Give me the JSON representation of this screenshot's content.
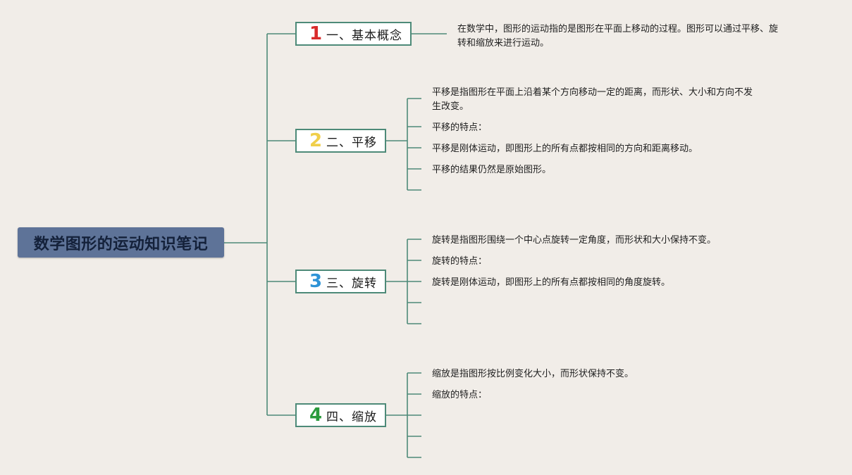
{
  "title": "数学图形的运动知识笔记",
  "colors": {
    "background": "#f1ede8",
    "root_fill": "#5e7398",
    "connector": "#4d8a78",
    "num1": "#d92b2b",
    "num2": "#f0cf4a",
    "num3": "#2e93d6",
    "num4": "#2b9a3c"
  },
  "branches": [
    {
      "number": "1",
      "label": "一、基本概念",
      "icon": "number-1-badge",
      "notes": [
        "在数学中，图形的运动指的是图形在平面上移动的过程。图形可以通过平移、旋\n转和缩放来进行运动。"
      ]
    },
    {
      "number": "2",
      "label": "二、平移",
      "icon": "number-2-badge",
      "notes": [
        "平移是指图形在平面上沿着某个方向移动一定的距离，而形状、大小和方向不发\n生改变。",
        "平移的特点：",
        "平移是刚体运动，即图形上的所有点都按相同的方向和距离移动。",
        "平移的结果仍然是原始图形。",
        ""
      ]
    },
    {
      "number": "3",
      "label": "三、旋转",
      "icon": "number-3-badge",
      "notes": [
        "旋转是指图形围绕一个中心点旋转一定角度，而形状和大小保持不变。",
        "旋转的特点：",
        "旋转是刚体运动，即图形上的所有点都按相同的角度旋转。",
        "",
        ""
      ]
    },
    {
      "number": "4",
      "label": "四、缩放",
      "icon": "number-4-badge",
      "notes": [
        "缩放是指图形按比例变化大小，而形状保持不变。",
        "缩放的特点：",
        "",
        "",
        ""
      ]
    }
  ]
}
